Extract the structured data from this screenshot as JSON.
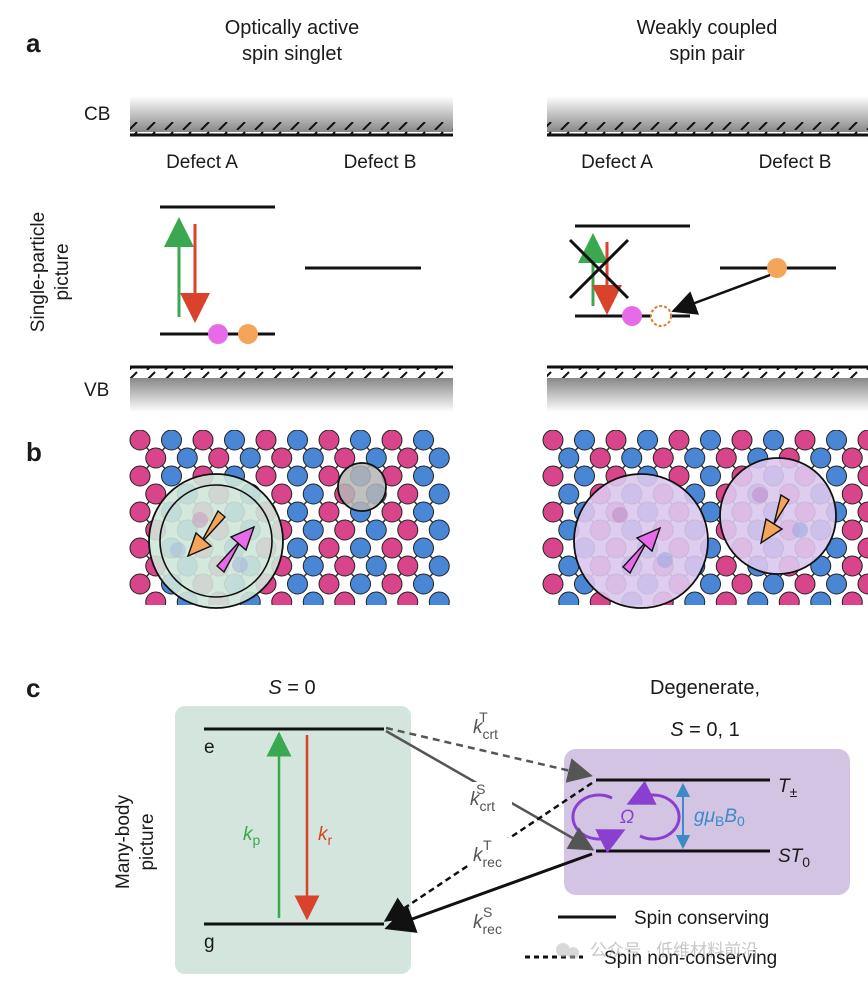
{
  "panels": {
    "a": "a",
    "b": "b",
    "c": "c"
  },
  "panel_a": {
    "left_title_line1": "Optically active",
    "left_title_line2": "spin singlet",
    "right_title_line1": "Weakly coupled",
    "right_title_line2": "spin pair",
    "cb": "CB",
    "vb": "VB",
    "defect_a": "Defect A",
    "defect_b": "Defect B",
    "side_label_line1": "Single-particle",
    "side_label_line2": "picture"
  },
  "panel_c": {
    "left_title": "S = 0",
    "right_title_line1": "Degenerate,",
    "right_title_line2": "S = 0, 1",
    "state_e": "e",
    "state_g": "g",
    "state_tpm": "T±",
    "state_st0": "ST0",
    "kp": "kp",
    "kr": "kr",
    "omega": "Ω",
    "zeeman": "gμBB0",
    "k_crt_t": "kcrtT",
    "k_crt_s": "kcrtS",
    "k_rec_t": "krecT",
    "k_rec_s": "krecS",
    "side_label_line1": "Many-body",
    "side_label_line2": "picture",
    "legend_solid": "Spin conserving",
    "legend_dashed": "Spin non-conserving"
  },
  "watermark": "公众号 · 低维材料前沿",
  "colors": {
    "green_box": "#d3e5dc",
    "purple_box": "#d4c4e3",
    "blue_atom": "#4a86d6",
    "pink_atom": "#d9458a",
    "excite_arrow": "#3aa84e",
    "emit_arrow": "#d9432c",
    "spin_pink": "#e76be8",
    "spin_orange": "#f5a55a",
    "omega_purple": "#8a3fd1",
    "zeeman_blue": "#3b8bc5"
  }
}
